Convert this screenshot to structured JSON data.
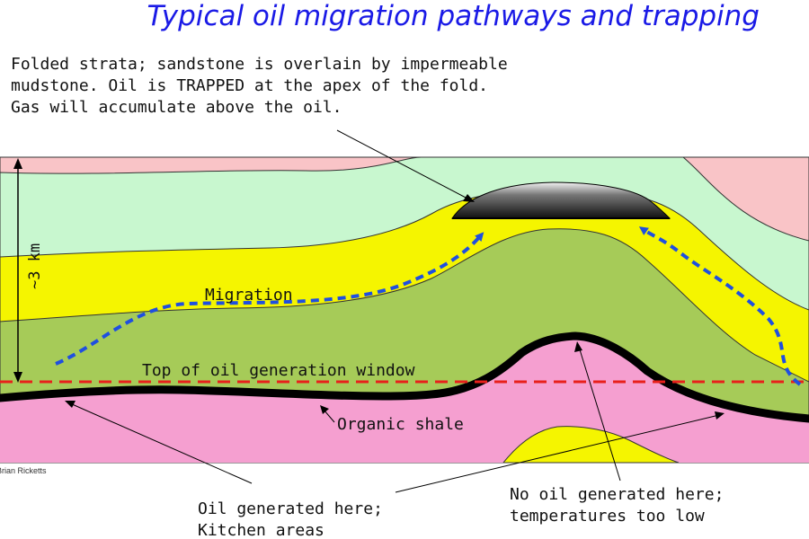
{
  "title": "Typical oil migration pathways and trapping",
  "caption": {
    "lines": [
      "Folded strata; sandstone is overlain by impermeable",
      "mudstone.  Oil is TRAPPED at the apex of the fold.",
      "Gas will accumulate above the oil."
    ]
  },
  "labels": {
    "depth": "~3 km",
    "migration": "Migration",
    "top_window": "Top of oil generation window",
    "organic_shale": "Organic shale",
    "kitchen": [
      "Oil generated here;",
      "Kitchen areas"
    ],
    "no_oil": [
      "No oil generated here;",
      "temperatures too low"
    ],
    "credit": "Brian Ricketts"
  },
  "colors": {
    "title": "#1a1ae6",
    "mudstone_top": "#f9c4c7",
    "light_green": "#c8f7cf",
    "sandstone": "#f5f500",
    "green": "#a6cb58",
    "pink": "#f59fd0",
    "shale": "#000000",
    "oil": "#222222",
    "window_line": "#e8201b",
    "migration_arrow": "#1f4fe0"
  }
}
